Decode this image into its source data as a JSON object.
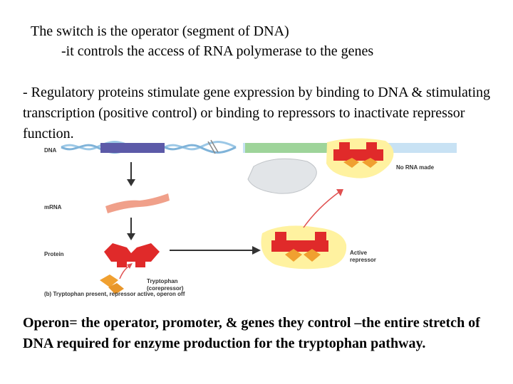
{
  "slide": {
    "line1": "The switch is the operator (segment of DNA)",
    "line2": "-it controls the access of RNA polymerase to the genes",
    "paragraph": "- Regulatory proteins stimulate gene expression by binding to DNA & stimulating transcription (positive control) or binding to repressors to inactivate repressor function.",
    "operon_text": "Operon= the operator, promoter, & genes they control –the entire stretch of DNA required for enzyme production for the tryptophan pathway."
  },
  "diagram": {
    "labels": {
      "dna": "DNA",
      "mrna": "mRNA",
      "protein": "Protein",
      "tryptophan": "Tryptophan",
      "corepressor": "(corepressor)",
      "no_rna": "No RNA made",
      "active": "Active",
      "repressor": "repressor"
    },
    "caption": "(b) Tryptophan present, repressor active, operon off",
    "colors": {
      "dna_blue": "#9cc8e6",
      "gene_purple": "#5c5aa8",
      "operator_green": "#9ed49a",
      "repressor_red": "#e02a2a",
      "trp_orange": "#f0a030",
      "mrna_salmon": "#f0a08a",
      "halo_yellow": "#fff2a0",
      "arrow_red": "#e05050"
    }
  }
}
